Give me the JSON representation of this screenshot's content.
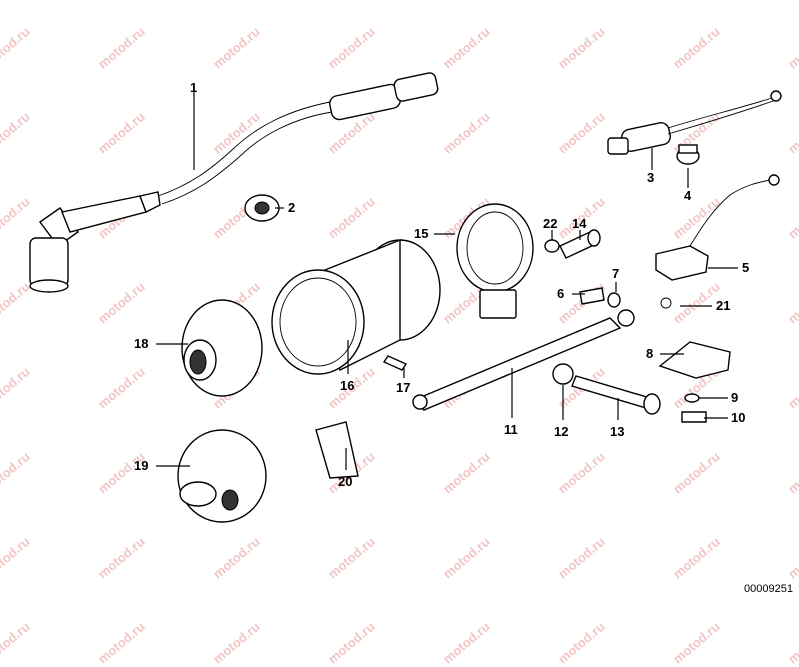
{
  "diagram": {
    "watermark_text": "motod.ru",
    "document_number": "00009251",
    "callouts": [
      "1",
      "2",
      "3",
      "4",
      "5",
      "6",
      "7",
      "8",
      "9",
      "10",
      "11",
      "12",
      "13",
      "14",
      "15",
      "16",
      "17",
      "18",
      "19",
      "20",
      "21",
      "22"
    ]
  }
}
